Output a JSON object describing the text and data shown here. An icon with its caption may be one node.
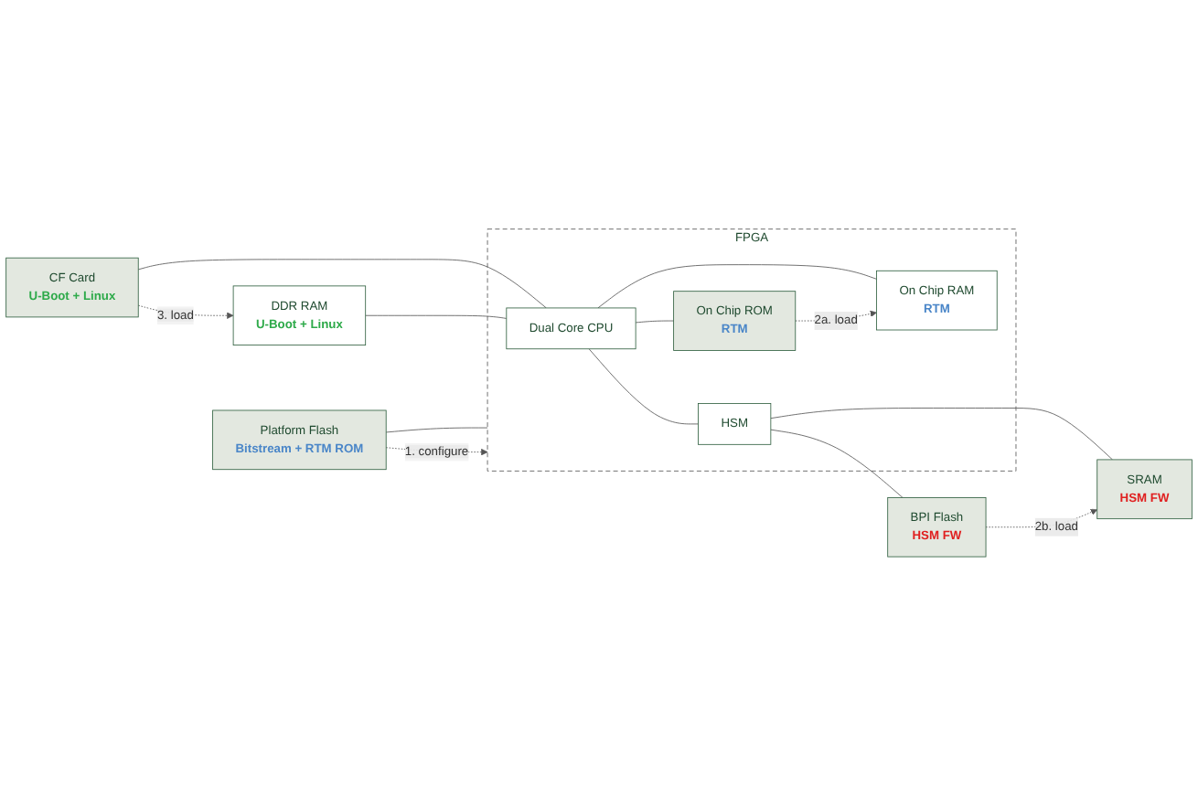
{
  "diagram": {
    "nodes": [
      {
        "text": [
          "CF Card",
          "U-Boot + Linux"
        ]
      },
      {
        "text": [
          "DDR RAM",
          "U-Boot + Linux"
        ]
      },
      {
        "text": [
          "FPGA"
        ]
      },
      {
        "text": [
          "Dual Core CPU"
        ],
        "in": 2
      },
      {
        "text": [
          "HSM"
        ],
        "in": 2
      },
      {
        "text": [
          "SRAM",
          "HSM FW"
        ]
      },
      {
        "text": [
          "On Chip RAM",
          "RTM"
        ],
        "in": 2
      },
      {
        "text": [
          "On Chip ROM",
          "RTM"
        ],
        "in": 2
      },
      {
        "text": [
          "BPI Flash",
          "HSM FW"
        ]
      },
      {
        "text": [
          "Platform Flash",
          "Bitstream + RTM ROM"
        ]
      }
    ],
    "edges": [
      {
        "from": 0,
        "to": 3,
        "arrow": "none"
      },
      {
        "from": 0,
        "to": 1,
        "arrow": "to",
        "style": "dashed",
        "label": "3. load"
      },
      {
        "from": 1,
        "to": 3,
        "arrow": "none"
      },
      {
        "from": 3,
        "to": 4,
        "arrow": "none"
      },
      {
        "from": 4,
        "to": 5,
        "arrow": "none"
      },
      {
        "from": 4,
        "to": 8,
        "arrow": "none"
      },
      {
        "from": 3,
        "to": 6,
        "arrow": "none"
      },
      {
        "from": 3,
        "to": 7,
        "arrow": "none"
      },
      {
        "from": 7,
        "to": 6,
        "arrow": "to",
        "style": "dashed",
        "label": "2a. load"
      },
      {
        "from": 8,
        "to": 5,
        "arrow": "to",
        "style": "dashed",
        "label": "2b. load"
      },
      {
        "from": 9,
        "to": 2,
        "arrow": "none"
      },
      {
        "from": 9,
        "to": 2,
        "arrow": "to",
        "style": "dashed",
        "label": "1. configure"
      }
    ]
  }
}
